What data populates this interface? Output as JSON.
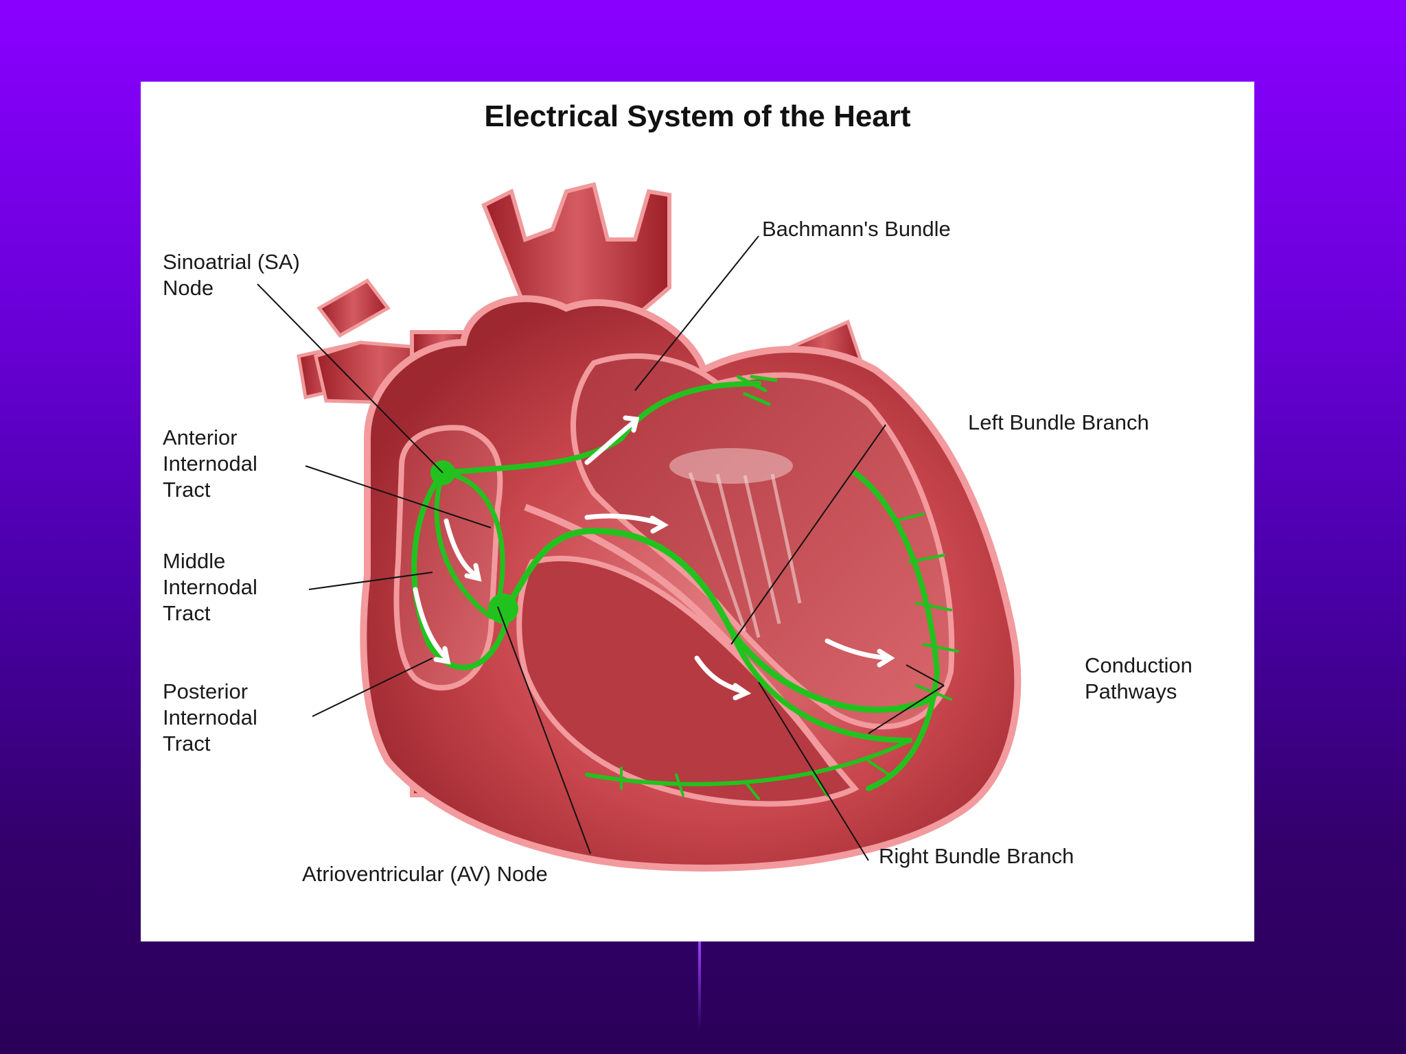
{
  "slide": {
    "accent_color": "#8a00ff"
  },
  "figure": {
    "title": "Electrical System of the Heart",
    "labels": {
      "sa_node": "Sinoatrial (SA)\nNode",
      "anterior_tract": "Anterior\nInternodal\nTract",
      "middle_tract": "Middle\nInternodal\nTract",
      "posterior_tract": "Posterior\nInternodal\nTract",
      "av_node": "Atrioventricular (AV) Node",
      "bachmanns_bundle": "Bachmann's Bundle",
      "left_bundle_branch": "Left Bundle Branch",
      "conduction_pathways": "Conduction\nPathways",
      "right_bundle_branch": "Right Bundle Branch"
    },
    "colors": {
      "muscle": "#c8464d",
      "muscle_light": "#e8878a",
      "muscle_dark": "#8e1e26",
      "conduction": "#22c21e"
    }
  }
}
